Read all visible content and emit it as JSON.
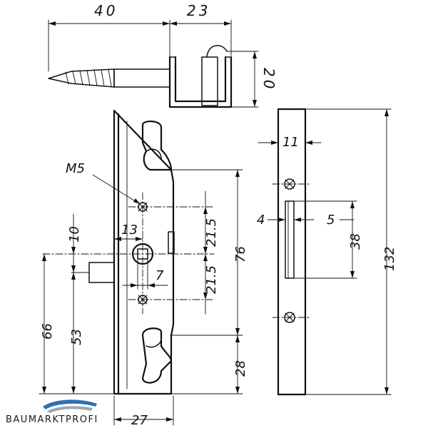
{
  "dimensions": {
    "screw_length": "40",
    "head_length": "23",
    "head_height": "20",
    "thread_label": "M5",
    "hole_dia": "13",
    "offset_10": "10",
    "spindle_7": "7",
    "upper_spacing": "21.5",
    "lower_spacing": "21.5",
    "total_76": "76",
    "height_66": "66",
    "height_53": "53",
    "bottom_28": "28",
    "width_27": "27",
    "side_11": "11",
    "side_4": "4",
    "side_5": "5",
    "slot_38": "38",
    "total_132": "132"
  },
  "brand": {
    "name": "BAUMARKTPROFI",
    "color_primary": "#2d6fb3",
    "color_secondary": "#9aa7b4"
  }
}
